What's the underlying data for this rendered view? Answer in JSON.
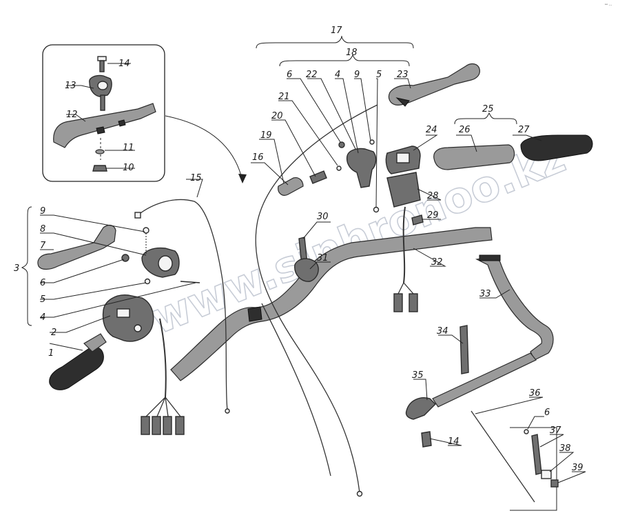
{
  "diagram": {
    "watermark": "www.sinhronoo.kz",
    "corner_mark": "ꟷ ...",
    "labels": [
      {
        "id": "l1",
        "text": "1"
      },
      {
        "id": "l2",
        "text": "2"
      },
      {
        "id": "l3",
        "text": "3"
      },
      {
        "id": "l4a",
        "text": "4"
      },
      {
        "id": "l5a",
        "text": "5"
      },
      {
        "id": "l6a",
        "text": "6"
      },
      {
        "id": "l7",
        "text": "7"
      },
      {
        "id": "l8",
        "text": "8"
      },
      {
        "id": "l9a",
        "text": "9"
      },
      {
        "id": "l10",
        "text": "10"
      },
      {
        "id": "l11",
        "text": "11"
      },
      {
        "id": "l12",
        "text": "12"
      },
      {
        "id": "l13",
        "text": "13"
      },
      {
        "id": "l14a",
        "text": "14"
      },
      {
        "id": "l14b",
        "text": "14"
      },
      {
        "id": "l15",
        "text": "15"
      },
      {
        "id": "l16",
        "text": "16"
      },
      {
        "id": "l17",
        "text": "17"
      },
      {
        "id": "l18",
        "text": "18"
      },
      {
        "id": "l19",
        "text": "19"
      },
      {
        "id": "l20",
        "text": "20"
      },
      {
        "id": "l21",
        "text": "21"
      },
      {
        "id": "l22",
        "text": "22"
      },
      {
        "id": "l4b",
        "text": "4"
      },
      {
        "id": "l9b",
        "text": "9"
      },
      {
        "id": "l5b",
        "text": "5"
      },
      {
        "id": "l6b",
        "text": "6"
      },
      {
        "id": "l23",
        "text": "23"
      },
      {
        "id": "l24",
        "text": "24"
      },
      {
        "id": "l25",
        "text": "25"
      },
      {
        "id": "l26",
        "text": "26"
      },
      {
        "id": "l27",
        "text": "27"
      },
      {
        "id": "l28",
        "text": "28"
      },
      {
        "id": "l29",
        "text": "29"
      },
      {
        "id": "l30",
        "text": "30"
      },
      {
        "id": "l31",
        "text": "31"
      },
      {
        "id": "l32",
        "text": "32"
      },
      {
        "id": "l33",
        "text": "33"
      },
      {
        "id": "l34",
        "text": "34"
      },
      {
        "id": "l35",
        "text": "35"
      },
      {
        "id": "l36",
        "text": "36"
      },
      {
        "id": "l6c",
        "text": "6"
      },
      {
        "id": "l37",
        "text": "37"
      },
      {
        "id": "l38",
        "text": "38"
      },
      {
        "id": "l39",
        "text": "39"
      }
    ]
  }
}
